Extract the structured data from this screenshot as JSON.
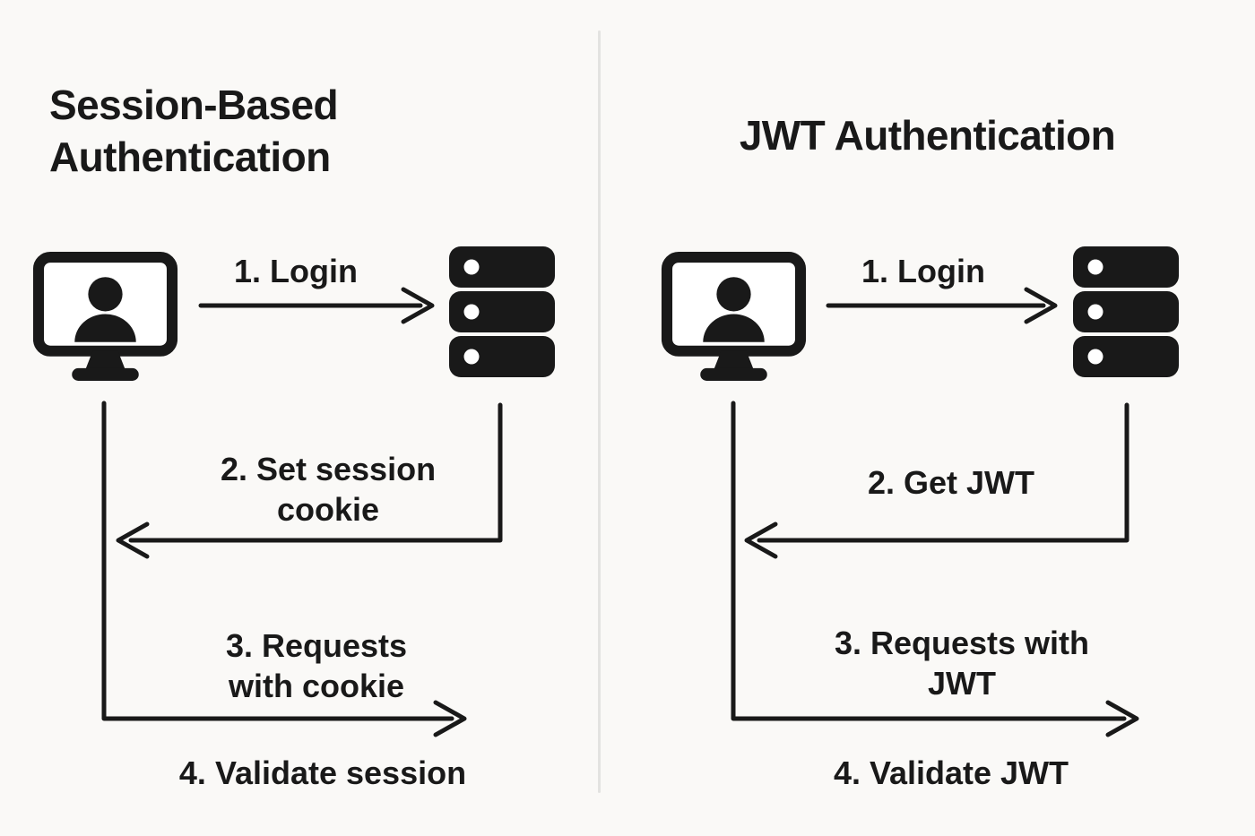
{
  "diagram": {
    "bg": "#faf9f7",
    "ink": "#191919",
    "divider_color": "#e3e3e1"
  },
  "panels": [
    {
      "id": "session",
      "title": "Session-Based\nAuthentication",
      "client_icon": "monitor-user-icon",
      "server_icon": "server-stack-icon",
      "steps": [
        {
          "label": "1. Login"
        },
        {
          "label": "2. Set session\ncookie"
        },
        {
          "label": "3. Requests\nwith cookie"
        },
        {
          "label": "4. Validate session"
        }
      ]
    },
    {
      "id": "jwt",
      "title": "JWT Authentication",
      "client_icon": "monitor-user-icon",
      "server_icon": "server-stack-icon",
      "steps": [
        {
          "label": "1. Login"
        },
        {
          "label": "2. Get JWT"
        },
        {
          "label": "3. Requests with JWT"
        },
        {
          "label": "4. Validate JWT"
        }
      ]
    }
  ]
}
